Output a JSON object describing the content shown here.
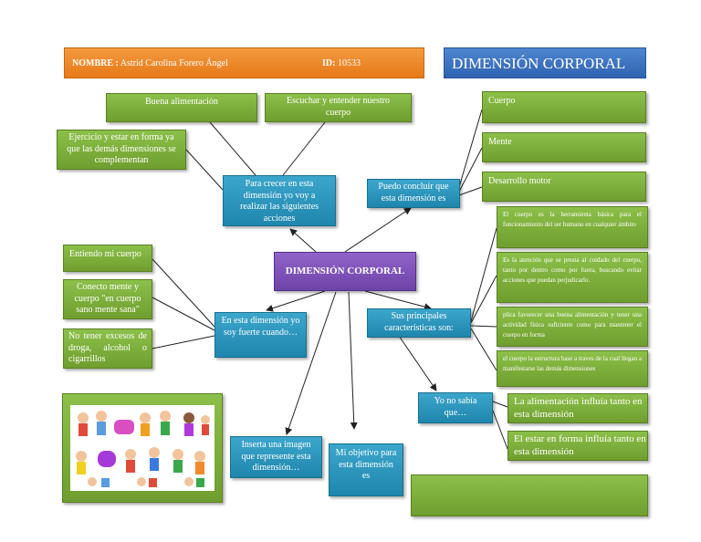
{
  "header": {
    "nombre_label": "NOMBRE :",
    "nombre_value": "Astrid Carolina Forero Ángel",
    "id_label": "ID:",
    "id_value": "10533",
    "title": "DIMENSIÓN CORPORAL"
  },
  "center": "DIMENSIÓN CORPORAL",
  "crecer": {
    "text": "Para crecer en esta dimensión yo voy a realizar las siguientes acciones",
    "items": [
      "Buena alimentación",
      "Escuchar y entender nuestro cuerpo",
      "Ejercicio y estar en forma ya que las demás dimensiones se complementan"
    ]
  },
  "concluir": {
    "text": "Puedo concluir que esta dimensión es",
    "items": [
      "Cuerpo",
      "Mente",
      "Desarrollo motor"
    ]
  },
  "fuerte": {
    "text": "En esta dimensión yo soy fuerte cuando…",
    "items": [
      "Entiendo mi cuerpo",
      "Conecto mente y cuerpo \"en cuerpo sano mente sana\"",
      "No tener excesos de droga, alcohol o cigarrillos"
    ]
  },
  "caracteristicas": {
    "text": "Sus principales características son:",
    "items": [
      "El cuerpo es la herramienta básica para el funcionamiento del ser humano en cualquier ámbito",
      "Es la atención que se presta al cuidado del cuerpo, tanto por dentro como por fuera, buscando evitar acciones que puedan perjudicarlo.",
      "plica favorecer una buena alimentación y tener una actividad física suficiente como para mantener el cuerpo en forma",
      "el cuerpo la estructura base a traves de la cual llegan a manifestarse las demás dimensiones"
    ]
  },
  "sabia": {
    "text": "Yo no sabía que…",
    "items": [
      "La alimentación influía tanto en esta dimensión",
      "El estar en forma influía tanto en esta dimensión"
    ]
  },
  "imagen": "Inserta una imagen que represente esta dimensión…",
  "objetivo": "Mi objetivo para esta dimensión es",
  "colors": {
    "green": "#7ab03a",
    "blue": "#2a95bd",
    "purple": "#7a4fb5",
    "orange": "#f08a2c",
    "title_blue": "#3b73c2"
  }
}
